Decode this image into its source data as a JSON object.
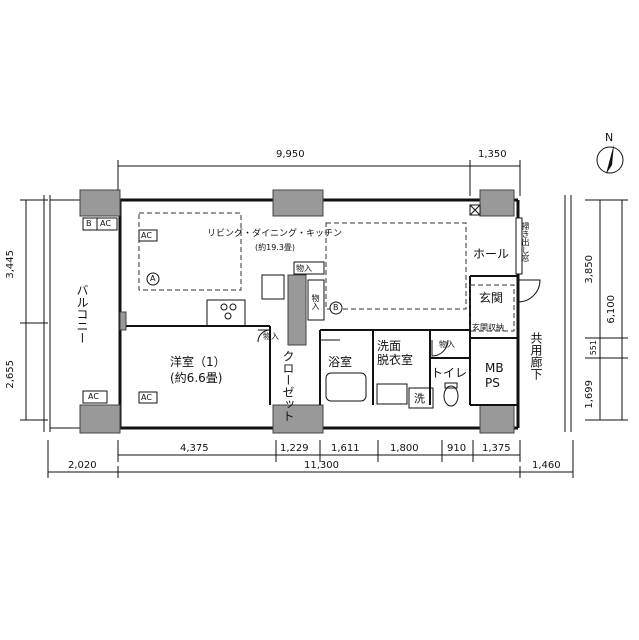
{
  "dimensions": {
    "top": [
      "9,950",
      "1,350"
    ],
    "bottom_row1": [
      "4,375",
      "1,229",
      "1,611",
      "1,800",
      "910",
      "1,375"
    ],
    "bottom_row2": [
      "2,020",
      "11,300",
      "1,460"
    ],
    "left": [
      "3,445",
      "2,655"
    ],
    "right_outer": [
      "3,850",
      "1,699"
    ],
    "right_inner": [
      "6,100",
      "551"
    ]
  },
  "rooms": {
    "ldk": "リビング・ダイニング・キッチン",
    "ldk_size": "(約19.3畳)",
    "western": "洋室（1）",
    "western_size": "(約6.6畳)",
    "balcony": "バルコニー",
    "hall": "ホール",
    "entrance": "玄関",
    "entrance_storage": "玄関収納",
    "closet": "クローゼット",
    "bath": "浴室",
    "washroom_1": "洗面",
    "washroom_2": "脱衣室",
    "toilet": "トイレ",
    "mb": "MB",
    "ps": "PS",
    "corridor": "共用廊下",
    "window": "掃き出し窓",
    "storage_1": "物入",
    "storage_2": "物入",
    "storage_3": "物入",
    "storage_4": "物入",
    "washer": "洗"
  },
  "markers": {
    "a": "A",
    "b": "B",
    "b_box": "B",
    "ac_1": "AC",
    "ac_2": "AC",
    "ac_3": "AC",
    "ac_4": "AC"
  },
  "compass": {
    "north": "N"
  }
}
